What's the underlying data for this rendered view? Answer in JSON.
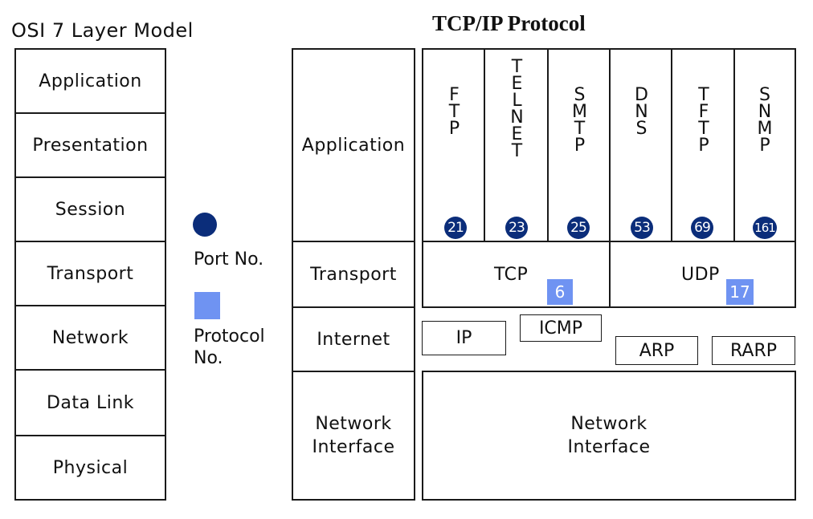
{
  "osi": {
    "title": "OSI 7 Layer Model",
    "layers": [
      "Application",
      "Presentation",
      "Session",
      "Transport",
      "Network",
      "Data Link",
      "Physical"
    ]
  },
  "legend": {
    "port_label": "Port No.",
    "protocol_label_line1": "Protocol",
    "protocol_label_line2": "No.",
    "port_color": "#0b2d7a",
    "protocol_color": "#6f93f2"
  },
  "tcpip": {
    "title": "TCP/IP Protocol",
    "layers": {
      "application": "Application",
      "transport": "Transport",
      "internet": "Internet",
      "network_interface_line1": "Network",
      "network_interface_line2": "Interface"
    },
    "app_protocols": [
      {
        "letters": [
          "F",
          "T",
          "P"
        ],
        "port": "21"
      },
      {
        "letters": [
          "T",
          "E",
          "L",
          "N",
          "E",
          "T"
        ],
        "port": "23"
      },
      {
        "letters": [
          "S",
          "M",
          "T",
          "P"
        ],
        "port": "25"
      },
      {
        "letters": [
          "D",
          "N",
          "S"
        ],
        "port": "53"
      },
      {
        "letters": [
          "T",
          "F",
          "T",
          "P"
        ],
        "port": "69"
      },
      {
        "letters": [
          "S",
          "N",
          "M",
          "P"
        ],
        "port": "161"
      }
    ],
    "transport_protocols": {
      "tcp": {
        "name": "TCP",
        "protocol_no": "6"
      },
      "udp": {
        "name": "UDP",
        "protocol_no": "17"
      }
    },
    "internet_protocols": {
      "ip": "IP",
      "icmp": "ICMP",
      "arp": "ARP",
      "rarp": "RARP"
    },
    "network_interface": {
      "line1": "Network",
      "line2": "Interface"
    }
  }
}
